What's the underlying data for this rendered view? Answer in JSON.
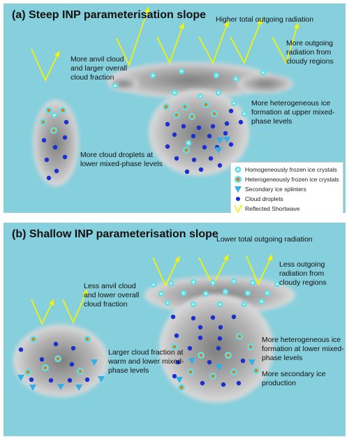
{
  "panel_a": {
    "title": "(a) Steep INP parameterisation slope",
    "labels": {
      "top_radiation": "Higher total outgoing radiation",
      "cloudy_regions": "More outgoing radiation from cloudy regions",
      "anvil": "More anvil cloud and larger overall cloud fraction",
      "heterogeneous": "More heterogeneous ice formation at upper mixed-phase levels",
      "droplets": "More cloud droplets at lower mixed-phase levels"
    }
  },
  "panel_b": {
    "title": "(b) Shallow INP parameterisation slope",
    "labels": {
      "top_radiation": "Lower total outgoing radiation",
      "cloudy_regions": "Less outgoing radiation from cloudy regions",
      "anvil": "Less anvil cloud and lower overall cloud fraction",
      "cloud_fraction": "Larger cloud fraction at warm and lower mixed-phase levels",
      "heterogeneous": "More heterogeneous ice formation at lower mixed-phase levels",
      "secondary": "More secondary ice production"
    }
  },
  "legend": {
    "homogeneous": "Homogeneously frozen ice crystals",
    "heterogeneous": "Heterogeneously frozen ice crystals",
    "splinters": "Secondary ice splinters",
    "droplets": "Cloud droplets",
    "shortwave": "Reflected Shortwave"
  },
  "colors": {
    "background": "#86cfdc",
    "homogeneous_ice": "#5fe0e8",
    "heterogeneous_ring": "#5fe0e8",
    "heterogeneous_core": "#e07a1a",
    "splinters": "#2eb0ea",
    "droplets": "#1b2fd0",
    "shortwave": "#f2f20a"
  }
}
